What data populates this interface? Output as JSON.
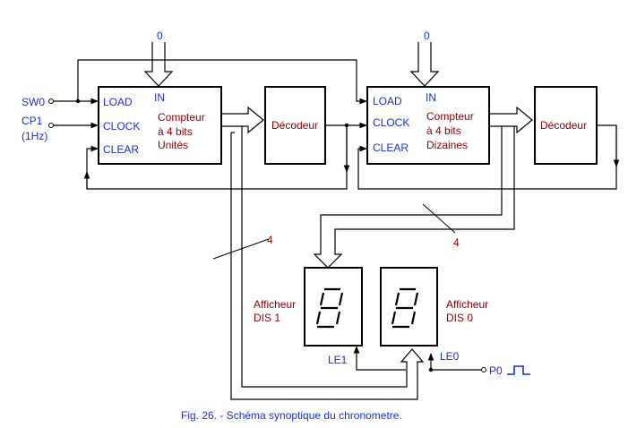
{
  "caption": "Fig. 26. - Schéma synoptique du chronometre.",
  "colors": {
    "blue": "#1a2fd8",
    "red": "#8b0000",
    "line": "#000000"
  },
  "inputs": {
    "sw0": "SW0",
    "cp1": "CP1",
    "cp1_freq": "(1Hz)",
    "p0": "P0"
  },
  "counter_units": {
    "load": "LOAD",
    "clock": "CLOCK",
    "clear": "CLEAR",
    "in": "IN",
    "in_value": "0",
    "title1": "Compteur",
    "title2": "à 4 bits",
    "title3": "Unités"
  },
  "decoder_units": {
    "label": "Décodeur"
  },
  "counter_tens": {
    "load": "LOAD",
    "clock": "CLOCK",
    "clear": "CLEAR",
    "in": "IN",
    "in_value": "0",
    "title1": "Compteur",
    "title2": "à 4 bits",
    "title3": "Dizaines"
  },
  "decoder_tens": {
    "label": "Décodeur"
  },
  "bus_labels": {
    "left": "4",
    "right": "4"
  },
  "display1": {
    "line1": "Afficheur",
    "line2": "DIS  1",
    "le": "LE1"
  },
  "display0": {
    "line1": "Afficheur",
    "line2": "DIS  0",
    "le": "LE0"
  }
}
